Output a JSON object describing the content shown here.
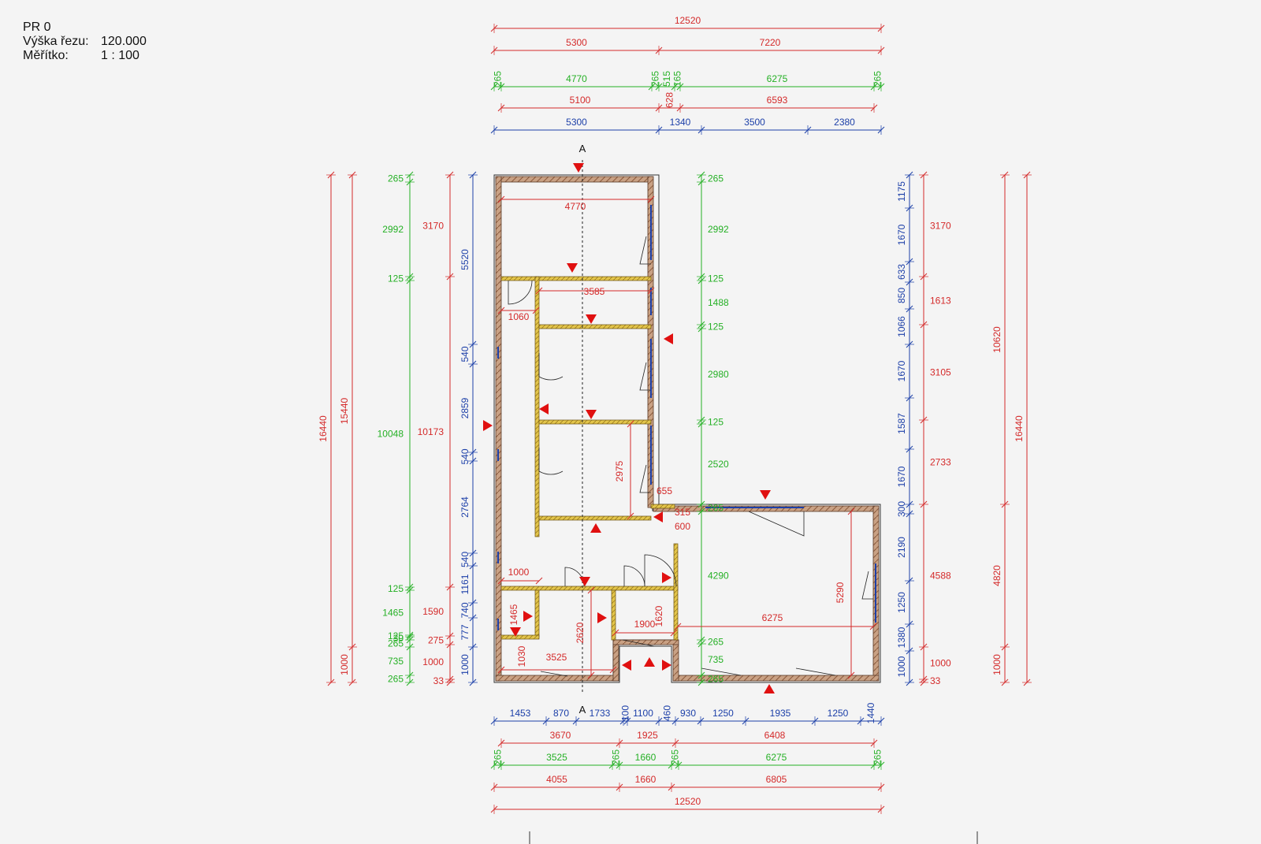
{
  "header": {
    "title": "PR 0",
    "cut_height_label": "Výška řezu:",
    "cut_height_value": "120.000",
    "scale_label": "Měřítko:",
    "scale_value": "1 : 100"
  },
  "colors": {
    "red": "#d42a2a",
    "green": "#25b025",
    "blue": "#1c3fa8",
    "wall_fill": "#c9a184",
    "partition_fill": "#e3c54a",
    "marker": "#e01010"
  },
  "section_label": "A",
  "top_dims": [
    {
      "color": "red",
      "texts": [
        "12520"
      ]
    },
    {
      "color": "red",
      "texts": [
        "5300",
        "7220"
      ]
    },
    {
      "color": "green",
      "texts": [
        "265",
        "4770",
        "265",
        "515",
        "165",
        "6275",
        "265"
      ]
    },
    {
      "color": "red",
      "texts": [
        "5100",
        "628",
        "6593"
      ]
    },
    {
      "color": "blue",
      "texts": [
        "5300",
        "1340",
        "3500",
        "2380"
      ]
    }
  ],
  "bottom_dims": [
    {
      "color": "blue",
      "texts": [
        "1453",
        "870",
        "1733",
        "100",
        "1100",
        "460",
        "930",
        "1250",
        "1935",
        "1250",
        "1440"
      ]
    },
    {
      "color": "red",
      "texts": [
        "3670",
        "1925",
        "6408"
      ]
    },
    {
      "color": "green",
      "texts": [
        "265",
        "3525",
        "265",
        "1660",
        "265",
        "6275",
        "265"
      ]
    },
    {
      "color": "red",
      "texts": [
        "4055",
        "1660",
        "6805"
      ]
    },
    {
      "color": "red",
      "texts": [
        "12520"
      ]
    }
  ],
  "left_dims": [
    {
      "color": "red",
      "texts": [
        "16440"
      ]
    },
    {
      "color": "red",
      "texts": [
        "15440",
        "1000"
      ]
    },
    {
      "color": "green",
      "texts": [
        "265",
        "2992",
        "125",
        "10048",
        "125",
        "1465",
        "125",
        "30",
        "265",
        "735",
        "265"
      ]
    },
    {
      "color": "red",
      "texts": [
        "3170",
        "10173",
        "1590",
        "275",
        "1000",
        "33"
      ]
    },
    {
      "color": "blue",
      "texts": [
        "5520",
        "540",
        "2859",
        "540",
        "2764",
        "540",
        "1161",
        "740",
        "777",
        "1000"
      ]
    }
  ],
  "mid_dims": [
    {
      "color": "green",
      "texts": [
        "265",
        "2992",
        "125",
        "1488",
        "125",
        "2980",
        "125",
        "2520",
        "265",
        "4290",
        "265",
        "735",
        "265"
      ]
    }
  ],
  "right_dims": [
    {
      "color": "blue",
      "texts": [
        "1175",
        "1670",
        "633",
        "850",
        "1066",
        "1670",
        "1587",
        "1670",
        "300",
        "2190",
        "1250",
        "1380",
        "1000"
      ]
    },
    {
      "color": "red",
      "texts": [
        "3170",
        "1613",
        "3105",
        "2733",
        "4588",
        "1000",
        "33"
      ]
    },
    {
      "color": "red",
      "texts": [
        "10620",
        "4820",
        "1000"
      ]
    },
    {
      "color": "red",
      "texts": [
        "16440"
      ]
    }
  ],
  "room_dims": [
    "4770",
    "3585",
    "1060",
    "2975",
    "655",
    "315",
    "600",
    "1000",
    "1465",
    "1030",
    "3525",
    "2620",
    "1900",
    "1620",
    "6275",
    "5290"
  ]
}
